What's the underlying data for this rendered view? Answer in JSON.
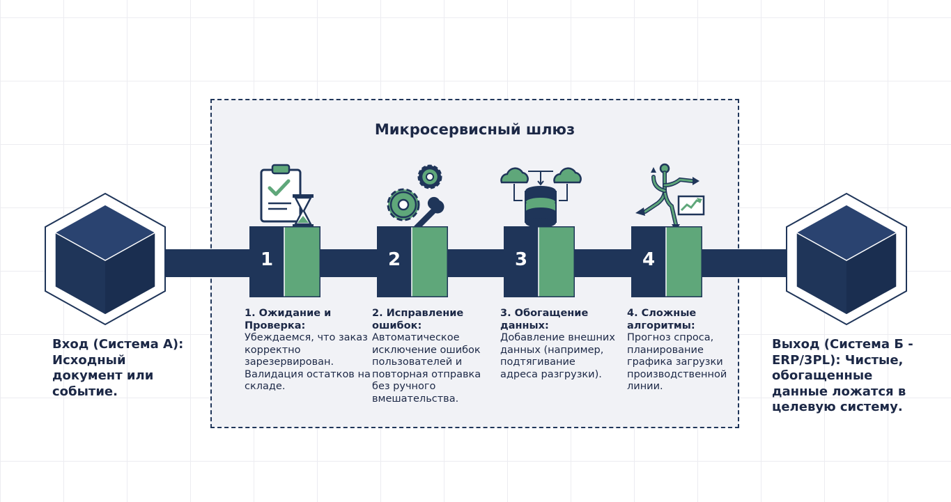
{
  "gateway": {
    "title": "Микросервисный шлюз"
  },
  "input": {
    "label": "Вход (Система А): Исходный документ или событие."
  },
  "output": {
    "label": "Выход (Система Б - ERP/3PL): Чистые, обогащенные данные ложатся в целевую систему."
  },
  "steps": [
    {
      "number": "1",
      "icon": "clipboard-hourglass-icon",
      "title": "1. Ожидание и Проверка:",
      "description": "Убеждаемся, что заказ корректно зарезервирован. Валидация остатков на складе."
    },
    {
      "number": "2",
      "icon": "gears-wrench-icon",
      "title": "2. Исправление ошибок:",
      "description": "Автоматическое исключение ошибок пользователей и повторная отправка без ручного вмешательства."
    },
    {
      "number": "3",
      "icon": "cloud-database-icon",
      "title": "3. Обогащение данных:",
      "description": "Добавление внешних данных (например, подтягивание адреса разгрузки)."
    },
    {
      "number": "4",
      "icon": "algorithm-chart-icon",
      "title": "4. Сложные алгоритмы:",
      "description": "Прогноз спроса, планирование графика загрузки производственной линии."
    }
  ],
  "colors": {
    "navy": "#1f3559",
    "green": "#5fa77a",
    "dark_text": "#1c2846",
    "panel": "#f1f2f6"
  }
}
